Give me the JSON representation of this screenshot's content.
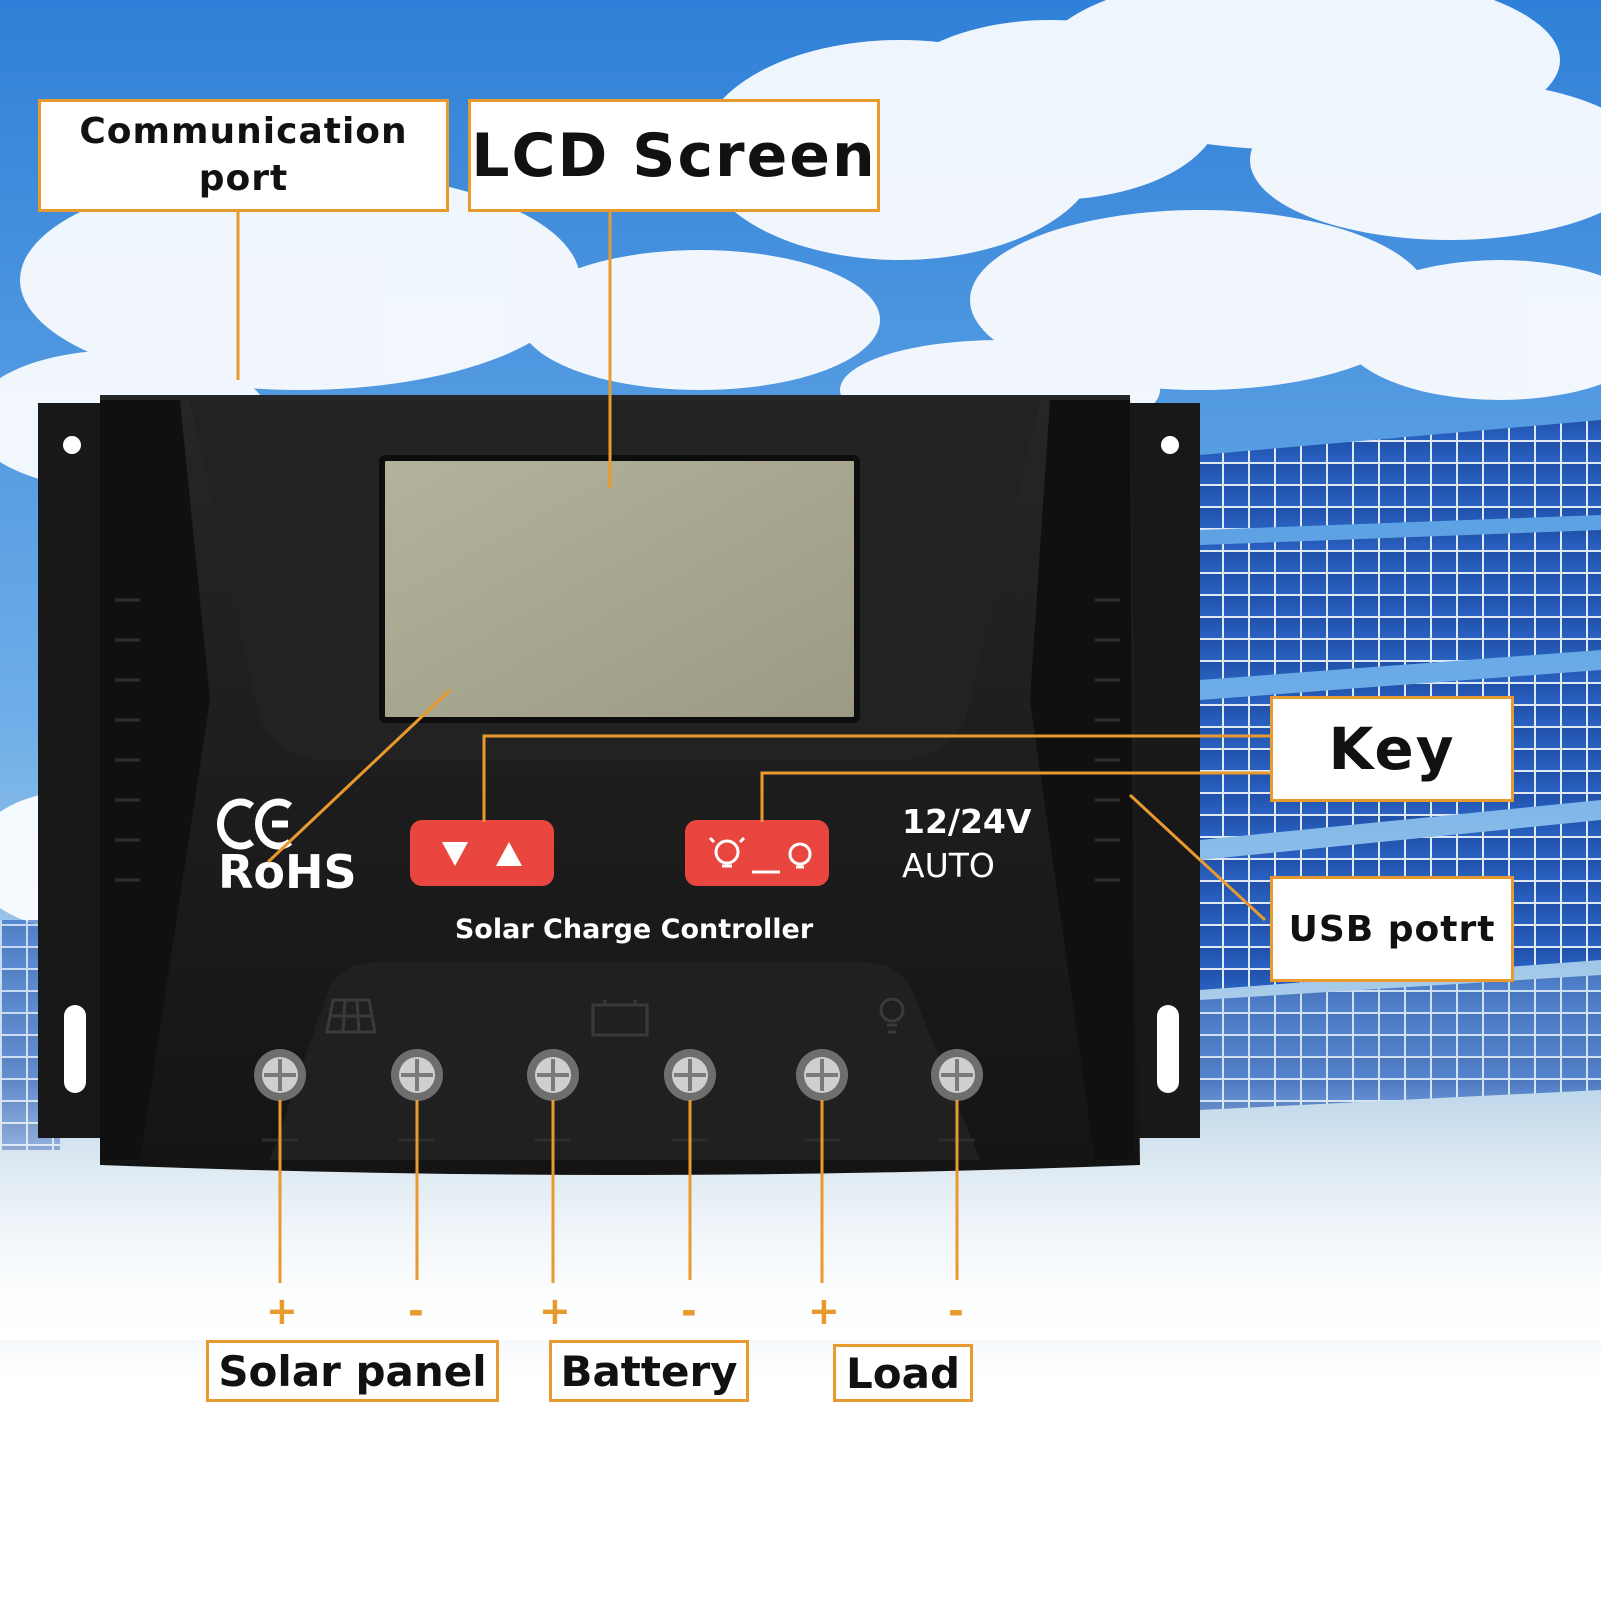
{
  "callouts": {
    "communication_port": "Communication port",
    "lcd_screen": "LCD Screen",
    "key": "Key",
    "usb_port": "USB potrt"
  },
  "device": {
    "certification": "RoHS",
    "voltage": "12/24V",
    "mode": "AUTO",
    "name": "Solar Charge Controller"
  },
  "terminals": {
    "signs": [
      "+",
      "-",
      "+",
      "-",
      "+",
      "-"
    ],
    "groups": [
      "Solar panel",
      "Battery",
      "Load"
    ]
  },
  "colors": {
    "accent": "#e99a2e",
    "device_body": "#1c1c1c",
    "lcd": "#a7a58f",
    "button": "#e8463e"
  }
}
